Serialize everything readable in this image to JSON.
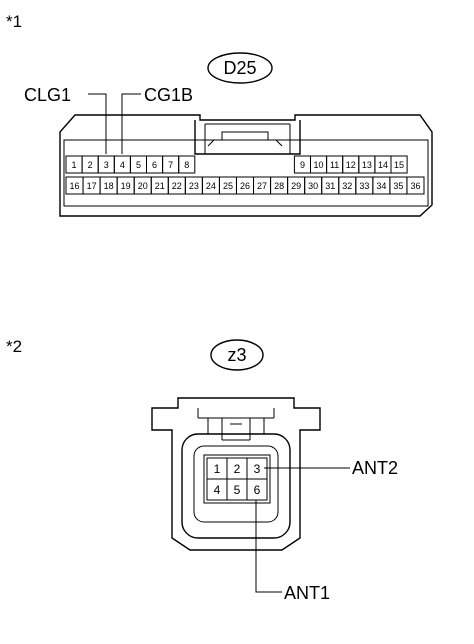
{
  "figure1": {
    "marker": "*1",
    "connector_id": "D25",
    "callouts": [
      {
        "label": "CLG1",
        "pin": "3"
      },
      {
        "label": "CG1B",
        "pin": "4"
      }
    ],
    "row1": [
      "1",
      "2",
      "3",
      "4",
      "5",
      "6",
      "7",
      "8",
      "9",
      "10",
      "11",
      "12",
      "13",
      "14",
      "15"
    ],
    "row2": [
      "16",
      "17",
      "18",
      "19",
      "20",
      "21",
      "22",
      "23",
      "24",
      "25",
      "26",
      "27",
      "28",
      "29",
      "30",
      "31",
      "32",
      "33",
      "34",
      "35",
      "36"
    ]
  },
  "figure2": {
    "marker": "*2",
    "connector_id": "z3",
    "row1": [
      "1",
      "2",
      "3"
    ],
    "row2": [
      "4",
      "5",
      "6"
    ],
    "callouts": [
      {
        "label": "ANT2",
        "pin": "3"
      },
      {
        "label": "ANT1",
        "pin": "6"
      }
    ]
  }
}
